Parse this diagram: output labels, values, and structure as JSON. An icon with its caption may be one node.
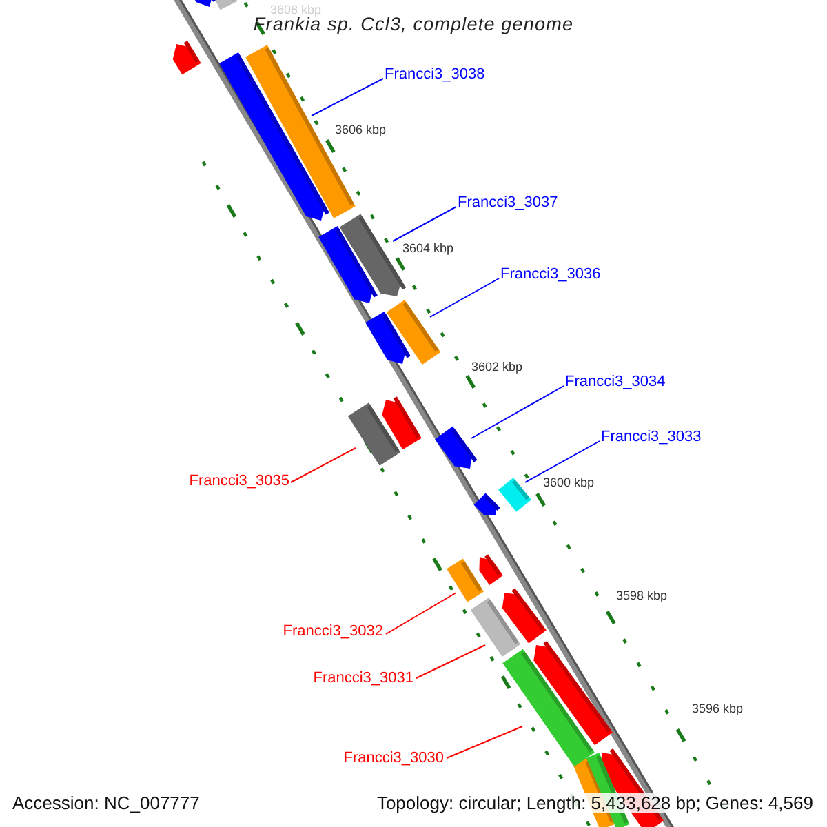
{
  "diagram": {
    "title": "Frankia sp. Ccl3, complete genome",
    "nodes": [
      {
        "text": [
          "Francci3_3038"
        ]
      },
      {
        "text": [
          "Francci3_3037"
        ]
      },
      {
        "text": [
          "Francci3_3036"
        ]
      },
      {
        "text": [
          "Francci3_3034"
        ]
      },
      {
        "text": [
          "Francci3_3033"
        ]
      },
      {
        "text": [
          "Francci3_3035"
        ]
      },
      {
        "text": [
          "Francci3_3032"
        ]
      },
      {
        "text": [
          "Francci3_3031"
        ]
      },
      {
        "text": [
          "Francci3_3030"
        ]
      },
      {
        "text": [],
        "shape": "bar"
      },
      {
        "text": [],
        "shape": "bar"
      },
      {
        "text": [],
        "shape": "bar"
      },
      {
        "text": [],
        "shape": "bar"
      },
      {
        "text": [],
        "shape": "bar"
      },
      {
        "text": [],
        "shape": "bar"
      },
      {
        "text": [],
        "shape": "bar"
      },
      {
        "text": [],
        "shape": "bar"
      },
      {
        "text": [],
        "shape": "bar"
      }
    ],
    "edges": [
      {
        "from": 0,
        "to": 9,
        "arrow": "none"
      },
      {
        "from": 1,
        "to": 10,
        "arrow": "none"
      },
      {
        "from": 2,
        "to": 11,
        "arrow": "none"
      },
      {
        "from": 3,
        "to": 12,
        "arrow": "none"
      },
      {
        "from": 4,
        "to": 13,
        "arrow": "none"
      },
      {
        "from": 5,
        "to": 14,
        "arrow": "none",
        "color": "#ff0000"
      },
      {
        "from": 6,
        "to": 15,
        "arrow": "none",
        "color": "#ff0000"
      },
      {
        "from": 7,
        "to": 16,
        "arrow": "none",
        "color": "#ff0000"
      },
      {
        "from": 8,
        "to": 17,
        "arrow": "none",
        "color": "#ff0000"
      }
    ],
    "labels": [
      "3608 kbp",
      "3606 kbp",
      "3604 kbp",
      "3602 kbp",
      "3600 kbp",
      "3598 kbp",
      "3596 kbp",
      "Accession: NC_007777",
      "Topology: circular; Length: 5,433,628 bp; Genes: 4,569"
    ]
  }
}
